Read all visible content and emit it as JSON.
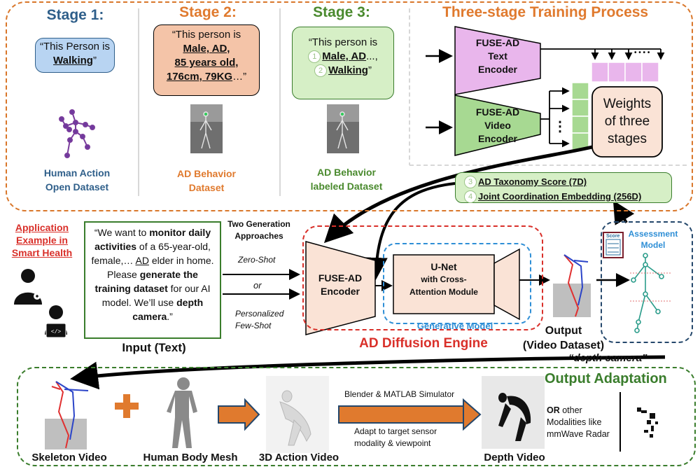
{
  "training": {
    "title": "Three-stage Training Process",
    "stage1": {
      "title": "Stage 1:",
      "quote_pre": "“This Person is ",
      "quote_bold": "Walking",
      "quote_post": "”",
      "caption1": "Human Action",
      "caption2": "Open Dataset"
    },
    "stage2": {
      "title": "Stage 2:",
      "quote_pre": "“This person is",
      "line1": "Male, AD,",
      "line2": "85 years old,",
      "line3": "176cm, 79KG",
      "quote_post": "…”",
      "caption1": "AD Behavior",
      "caption2": "Dataset"
    },
    "stage3": {
      "title": "Stage 3:",
      "quote_pre": "“This person is",
      "num1": "1",
      "line1": "Male, AD",
      "line1_post": "...,",
      "num2": "2",
      "line2": "Walking",
      "quote_post": "”",
      "caption1": "AD Behavior",
      "caption2": "labeled Dataset"
    },
    "text_encoder": {
      "line1": "FUSE-AD",
      "line2": "Text",
      "line3": "Encoder"
    },
    "video_encoder": {
      "line1": "FUSE-AD",
      "line2": "Video",
      "line3": "Encoder"
    },
    "weights": {
      "line1": "Weights",
      "line2": "of three",
      "line3": "stages"
    },
    "dots_h": "• • • •",
    "dots_v": "⋮"
  },
  "outputs_box": {
    "num3": "3",
    "line1": "AD Taxonomy Score (7D)",
    "num4": "4",
    "line2": "Joint Coordination Embedding (256D)"
  },
  "application": {
    "label1": "Application",
    "label2": "Example in",
    "label3": "Smart Health",
    "prompt": {
      "p1": "“We want to ",
      "b1": "monitor daily activities",
      "p2": " of a 65-year-old, female,… ",
      "u1": "AD",
      "p3": " elder in home. Please ",
      "b2": "generate the training dataset",
      "p4": " for our AI model. We’ll use ",
      "b3": "depth camera",
      "p5": ".”"
    },
    "input_label": "Input (Text)"
  },
  "approaches": {
    "title1": "Two Generation",
    "title2": "Approaches",
    "zero": "Zero-Shot",
    "or": "or",
    "few1": "Personalized",
    "few2": "Few-Shot"
  },
  "engine": {
    "title": "AD Diffusion Engine",
    "encoder": {
      "line1": "FUSE-AD",
      "line2": "Encoder"
    },
    "unet": {
      "line1": "U-Net",
      "line2": "with Cross-",
      "line3": "Attention Module"
    },
    "generative": "Generative Model"
  },
  "output": {
    "line1": "Output",
    "line2": "(Video Dataset)",
    "quote": "“depth camera”"
  },
  "assessment": {
    "line1": "Assessment",
    "line2": "Model",
    "score": "Score"
  },
  "adaptation": {
    "title": "Output Adaptation",
    "skeleton": "Skeleton Video",
    "mesh": "Human Body Mesh",
    "action3d": "3D Action Video",
    "sim": "Blender & MATLAB Simulator",
    "adapt1": "Adapt to target sensor",
    "adapt2": "modality & viewpoint",
    "depth": "Depth Video",
    "or_bold": "OR",
    "or1": " other",
    "or2": "Modalities like",
    "or3": "mmWave Radar",
    "plus": "+"
  },
  "colors": {
    "orange": "#d9772b",
    "green": "#3a7d2c",
    "red": "#d9302a",
    "blue": "#2f8fd6",
    "navy": "#24476b",
    "stage1": "#2f5f8a",
    "stage2": "#e07a2e",
    "stage3": "#4a8a2e"
  }
}
